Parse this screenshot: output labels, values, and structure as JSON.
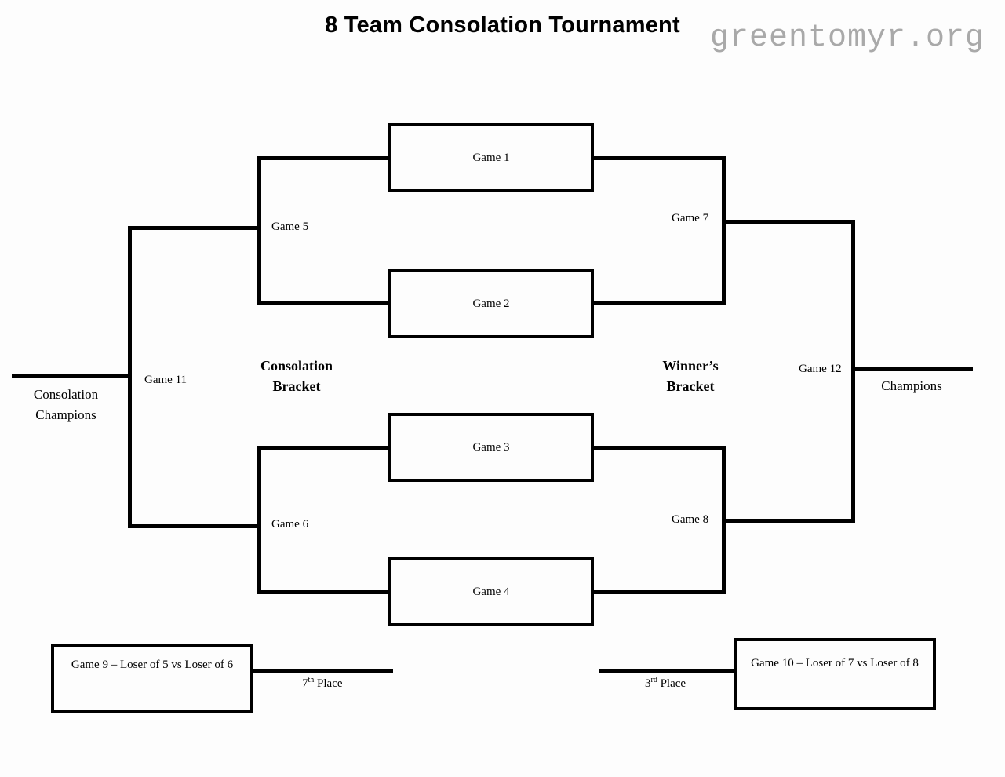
{
  "title": "8 Team Consolation Tournament",
  "watermark": "greentomyr.org",
  "sections": {
    "consolation_bracket": {
      "line1": "Consolation",
      "line2": "Bracket"
    },
    "winners_bracket": {
      "line1": "Winner’s",
      "line2": "Bracket"
    }
  },
  "games": {
    "game1": {
      "label": "Game 1"
    },
    "game2": {
      "label": "Game 2"
    },
    "game3": {
      "label": "Game 3"
    },
    "game4": {
      "label": "Game 4"
    },
    "game5": {
      "label": "Game 5"
    },
    "game6": {
      "label": "Game 6"
    },
    "game7": {
      "label": "Game 7"
    },
    "game8": {
      "label": "Game 8"
    },
    "game9": {
      "label": "Game 9 – Loser of 5 vs Loser of 6"
    },
    "game10": {
      "label": "Game 10 – Loser of 7 vs Loser of 8"
    },
    "game11": {
      "label": "Game 11"
    },
    "game12": {
      "label": "Game 12"
    }
  },
  "outcomes": {
    "consolation_champions": {
      "line1": "Consolation",
      "line2": "Champions"
    },
    "champions": "Champions",
    "seventh_place": {
      "number": "7",
      "ordinal": "th",
      "rest": " Place"
    },
    "third_place": {
      "number": "3",
      "ordinal": "rd",
      "rest": " Place"
    }
  },
  "colors": {
    "line": "#000000",
    "watermark": "#a9a9a9",
    "background": "#fdfdfd",
    "text": "#000000"
  }
}
